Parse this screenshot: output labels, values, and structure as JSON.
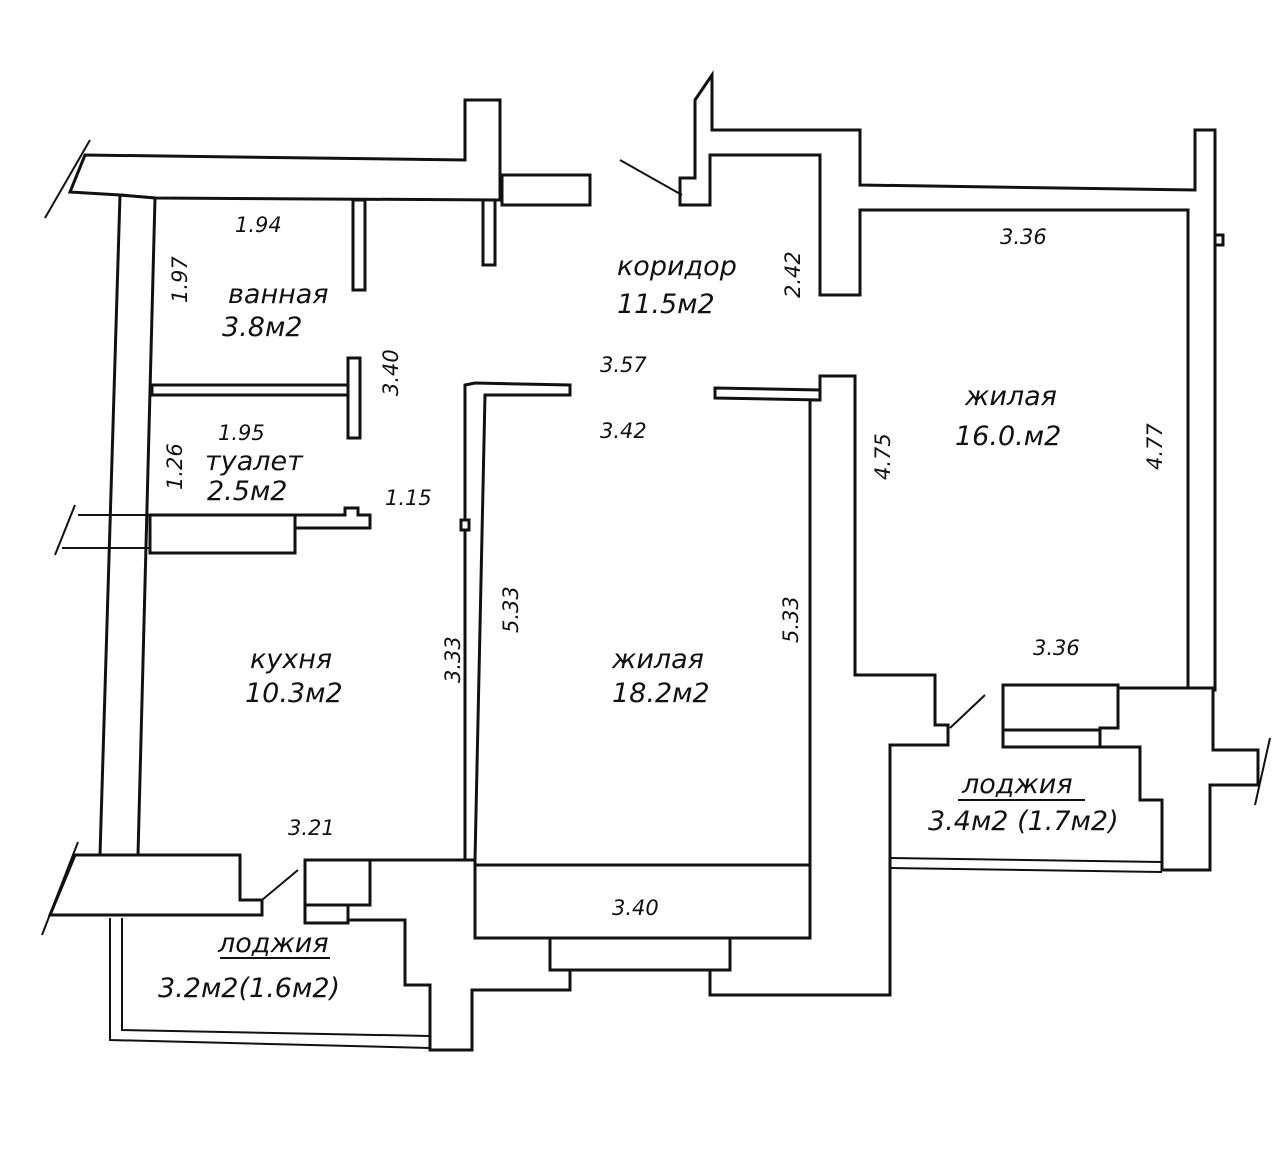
{
  "rooms": {
    "bath": {
      "name": "ванная",
      "area": "3.8м2"
    },
    "corridor": {
      "name": "коридор",
      "area": "11.5м2"
    },
    "toilet": {
      "name": "туалет",
      "area": "2.5м2"
    },
    "kitchen": {
      "name": "кухня",
      "area": "10.3м2"
    },
    "living1": {
      "name": "жилая",
      "area": "18.2м2"
    },
    "living2": {
      "name": "жилая",
      "area": "16.0.м2"
    },
    "loggia1": {
      "name": "лоджия",
      "area": "3.2м2(1.6м2)"
    },
    "loggia2": {
      "name": "лоджия",
      "area": "3.4м2 (1.7м2)"
    }
  },
  "dimensions": {
    "bath_w": "1.94",
    "bath_h": "1.97",
    "bath_d": "3.40",
    "corridor_top": "3.57",
    "corridor_bottom": "3.42",
    "corridor_h": "2.42",
    "toilet_w": "1.95",
    "toilet_h": "1.26",
    "toilet_s": "1.15",
    "kitchen_h": "3.33",
    "kitchen_w": "3.21",
    "living1_left": "5.33",
    "living1_right": "5.33",
    "living1_bottom": "3.40",
    "living2_top": "3.36",
    "living2_left": "4.75",
    "living2_right": "4.77",
    "living2_bottom": "3.36"
  }
}
